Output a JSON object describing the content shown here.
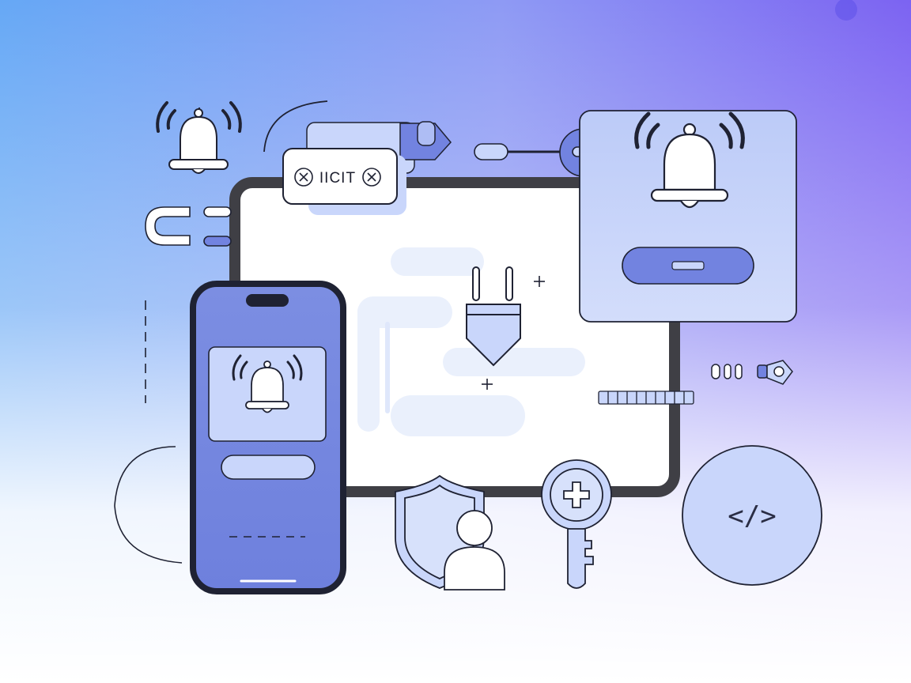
{
  "illustration": {
    "chip_label": "IICIT",
    "code_badge_label": "</>",
    "colors": {
      "accent": "#7283e0",
      "accent_light": "#c9d6fb",
      "outline": "#1f2233",
      "frame": "#3f3f45",
      "gradient_left": "#66a8f5",
      "gradient_right": "#7c63f2"
    },
    "icons": [
      "bell-icon",
      "notification-panel",
      "plug-icon",
      "shield-user-icon",
      "key-icon",
      "code-icon",
      "phone-mockup",
      "magnet-icon",
      "toggle-slider"
    ]
  }
}
